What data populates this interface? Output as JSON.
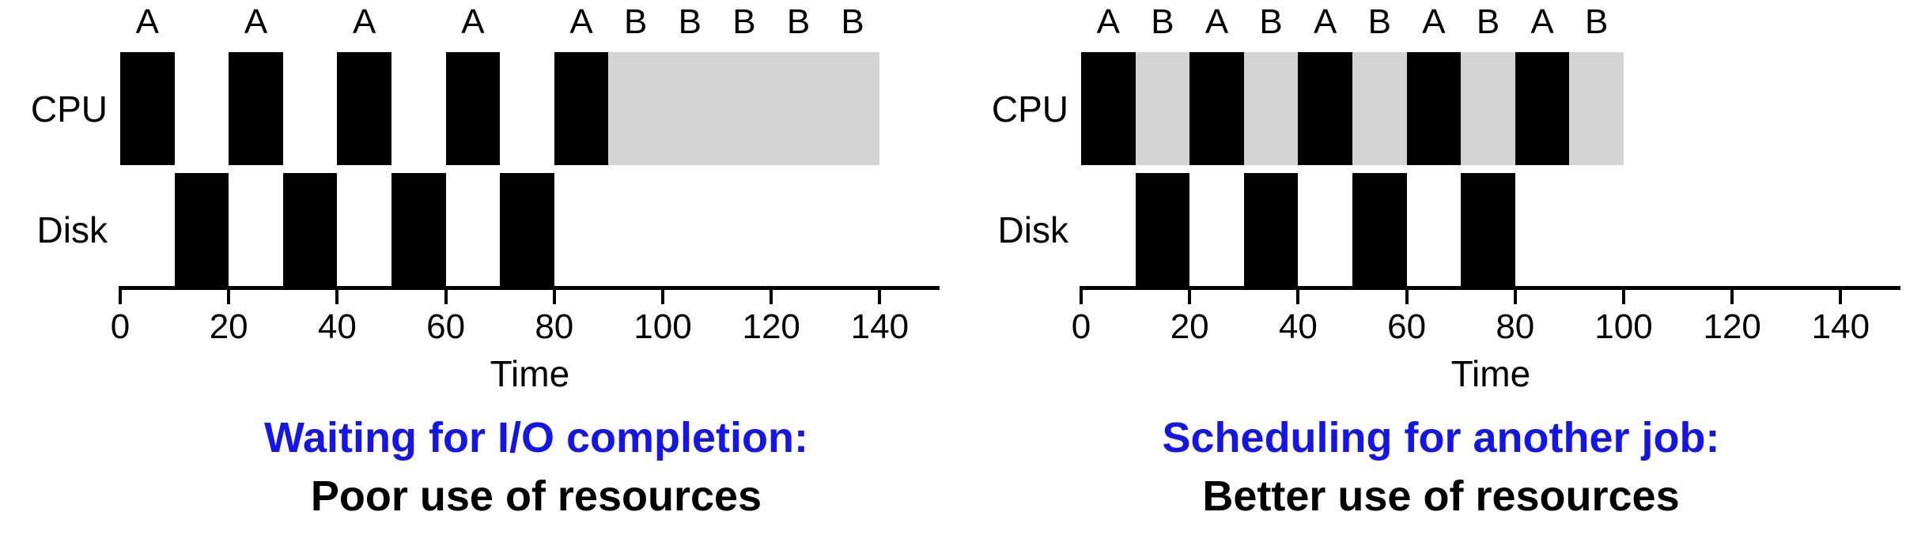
{
  "colors": {
    "job_a": "#000000",
    "job_b": "#d4d4d4",
    "axis": "#000000",
    "caption_highlight": "#1414f0",
    "caption_plain": "#000000",
    "background": "#ffffff"
  },
  "chart_data": [
    {
      "type": "timeline",
      "xlabel": "Time",
      "xticks": [
        0,
        20,
        40,
        60,
        80,
        100,
        120,
        140
      ],
      "xlim": [
        0,
        151
      ],
      "grid": false,
      "top_labels": [
        {
          "text": "A",
          "t": 5
        },
        {
          "text": "A",
          "t": 25
        },
        {
          "text": "A",
          "t": 45
        },
        {
          "text": "A",
          "t": 65
        },
        {
          "text": "A",
          "t": 85
        },
        {
          "text": "B",
          "t": 95
        },
        {
          "text": "B",
          "t": 105
        },
        {
          "text": "B",
          "t": 115
        },
        {
          "text": "B",
          "t": 125
        },
        {
          "text": "B",
          "t": 135
        }
      ],
      "rows": [
        {
          "label": "CPU",
          "segments": [
            {
              "job": "A",
              "start": 0,
              "end": 10
            },
            {
              "job": "A",
              "start": 20,
              "end": 30
            },
            {
              "job": "A",
              "start": 40,
              "end": 50
            },
            {
              "job": "A",
              "start": 60,
              "end": 70
            },
            {
              "job": "A",
              "start": 80,
              "end": 90
            },
            {
              "job": "B",
              "start": 90,
              "end": 140
            }
          ]
        },
        {
          "label": "Disk",
          "segments": [
            {
              "job": "A",
              "start": 10,
              "end": 20
            },
            {
              "job": "A",
              "start": 30,
              "end": 40
            },
            {
              "job": "A",
              "start": 50,
              "end": 60
            },
            {
              "job": "A",
              "start": 70,
              "end": 80
            }
          ]
        }
      ],
      "caption": {
        "line1": "Waiting for I/O completion:",
        "line2": "Poor use of resources"
      }
    },
    {
      "type": "timeline",
      "xlabel": "Time",
      "xticks": [
        0,
        20,
        40,
        60,
        80,
        100,
        120,
        140
      ],
      "xlim": [
        0,
        151
      ],
      "grid": false,
      "top_labels": [
        {
          "text": "A",
          "t": 5
        },
        {
          "text": "B",
          "t": 15
        },
        {
          "text": "A",
          "t": 25
        },
        {
          "text": "B",
          "t": 35
        },
        {
          "text": "A",
          "t": 45
        },
        {
          "text": "B",
          "t": 55
        },
        {
          "text": "A",
          "t": 65
        },
        {
          "text": "B",
          "t": 75
        },
        {
          "text": "A",
          "t": 85
        },
        {
          "text": "B",
          "t": 95
        }
      ],
      "rows": [
        {
          "label": "CPU",
          "segments": [
            {
              "job": "A",
              "start": 0,
              "end": 10
            },
            {
              "job": "B",
              "start": 10,
              "end": 20
            },
            {
              "job": "A",
              "start": 20,
              "end": 30
            },
            {
              "job": "B",
              "start": 30,
              "end": 40
            },
            {
              "job": "A",
              "start": 40,
              "end": 50
            },
            {
              "job": "B",
              "start": 50,
              "end": 60
            },
            {
              "job": "A",
              "start": 60,
              "end": 70
            },
            {
              "job": "B",
              "start": 70,
              "end": 80
            },
            {
              "job": "A",
              "start": 80,
              "end": 90
            },
            {
              "job": "B",
              "start": 90,
              "end": 100
            }
          ]
        },
        {
          "label": "Disk",
          "segments": [
            {
              "job": "A",
              "start": 10,
              "end": 20
            },
            {
              "job": "A",
              "start": 30,
              "end": 40
            },
            {
              "job": "A",
              "start": 50,
              "end": 60
            },
            {
              "job": "A",
              "start": 70,
              "end": 80
            }
          ]
        }
      ],
      "caption": {
        "line1": "Scheduling for another job:",
        "line2": "Better use of resources"
      }
    }
  ]
}
